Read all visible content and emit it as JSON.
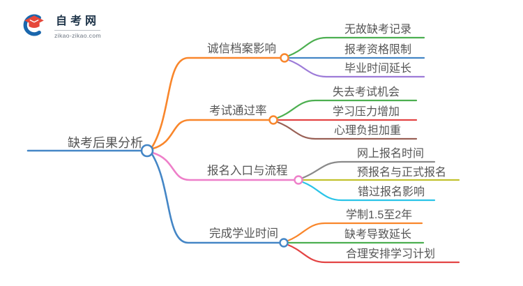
{
  "logo": {
    "site_name": "自考网",
    "site_url": "zikao-zikao.com",
    "colors": {
      "cap_red": "#e6473a",
      "swoosh_blue": "#1a67ad",
      "name_navy": "#1d3348",
      "url_gray": "#6b7480"
    }
  },
  "mindmap": {
    "root": {
      "label": "缺考后果分析",
      "color": "#4486c6"
    },
    "branches": [
      {
        "label": "诚信档案影响",
        "color": "#f9862b",
        "children": [
          {
            "label": "无故缺考记录",
            "color": "#4caf50"
          },
          {
            "label": "报考资格限制",
            "color": "#4486c6"
          },
          {
            "label": "毕业时间延长",
            "color": "#9d7bd8"
          }
        ]
      },
      {
        "label": "考试通过率",
        "color": "#f9862b",
        "children": [
          {
            "label": "失去考试机会",
            "color": "#4caf50"
          },
          {
            "label": "学习压力增加",
            "color": "#e34444"
          },
          {
            "label": "心理负担加重",
            "color": "#996055"
          }
        ]
      },
      {
        "label": "报名入口与流程",
        "color": "#ee7fc9",
        "children": [
          {
            "label": "网上报名时间",
            "color": "#8a8a8a"
          },
          {
            "label": "预报名与正式报名",
            "color": "#c2c22e"
          },
          {
            "label": "错过报名影响",
            "color": "#2ac4e8"
          }
        ]
      },
      {
        "label": "完成学业时间",
        "color": "#4486c6",
        "children": [
          {
            "label": "学制1.5至2年",
            "color": "#f9862b"
          },
          {
            "label": "缺考导致延长",
            "color": "#4caf50"
          },
          {
            "label": "合理安排学习计划",
            "color": "#e34444"
          }
        ]
      }
    ]
  }
}
